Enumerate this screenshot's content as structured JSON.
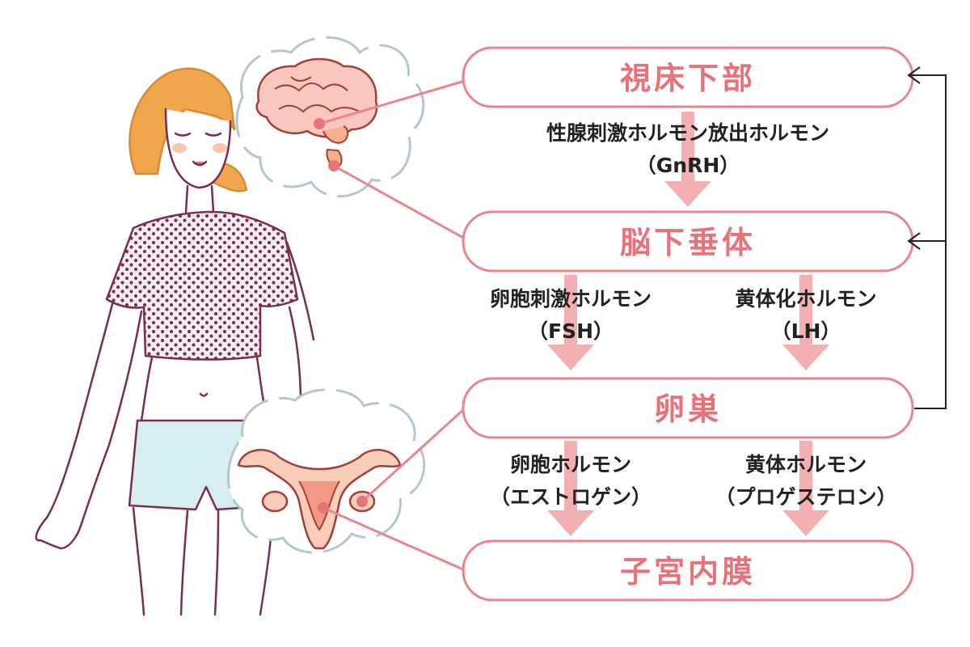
{
  "colors": {
    "accent": "#e8727a",
    "box_border": "#e8868c",
    "arrow_fill": "#f2b0b3",
    "feedback_line": "#222222",
    "hair": "#f0a64a",
    "shorts": "#d6eeee",
    "outline": "#7a2c52"
  },
  "boxes": {
    "hypothalamus": "視床下部",
    "pituitary": "脳下垂体",
    "ovary": "卵巣",
    "endometrium": "子宮内膜"
  },
  "hormones": {
    "gnrh": {
      "name": "性腺刺激ホルモン放出ホルモン",
      "abbr": "（GnRH）"
    },
    "fsh": {
      "name": "卵胞刺激ホルモン",
      "abbr": "（FSH）"
    },
    "lh": {
      "name": "黄体化ホルモン",
      "abbr": "（LH）"
    },
    "estrogen": {
      "name": "卵胞ホルモン",
      "abbr": "（エストロゲン）"
    },
    "progesterone": {
      "name": "黄体ホルモン",
      "abbr": "（プロゲステロン）"
    }
  },
  "illustrations": {
    "figure": "woman-figure-icon",
    "brain": "brain-icon",
    "uterus": "uterus-icon"
  }
}
